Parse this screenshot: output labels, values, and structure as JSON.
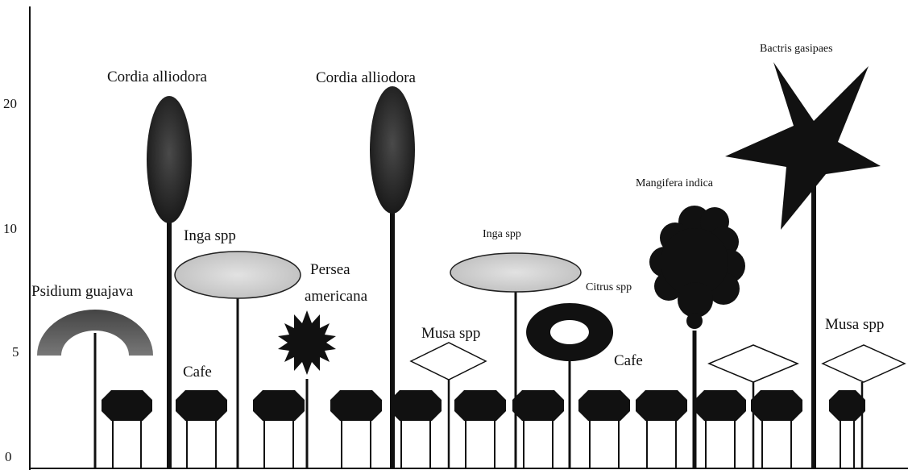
{
  "y_axis": {
    "ticks": [
      "0",
      "5",
      "10",
      "20"
    ]
  },
  "labels": {
    "psidium": "Psidium guajava",
    "cordia_1": "Cordia alliodora",
    "cordia_2": "Cordia alliodora",
    "inga_1": "Inga spp",
    "inga_2": "Inga spp",
    "persea_1": "Persea",
    "persea_2": "americana",
    "cafe_1": "Cafe",
    "cafe_2": "Cafe",
    "musa_1": "Musa spp",
    "musa_2": "Musa spp",
    "citrus": "Citrus spp",
    "mangifera": "Mangifera indica",
    "bactris": "Bactris gasipaes"
  },
  "colors": {
    "ink": "#111111",
    "crown_dark": "#2a2a2a",
    "crown_light": "#cfcfcf",
    "psidium_fill": "#555555"
  }
}
